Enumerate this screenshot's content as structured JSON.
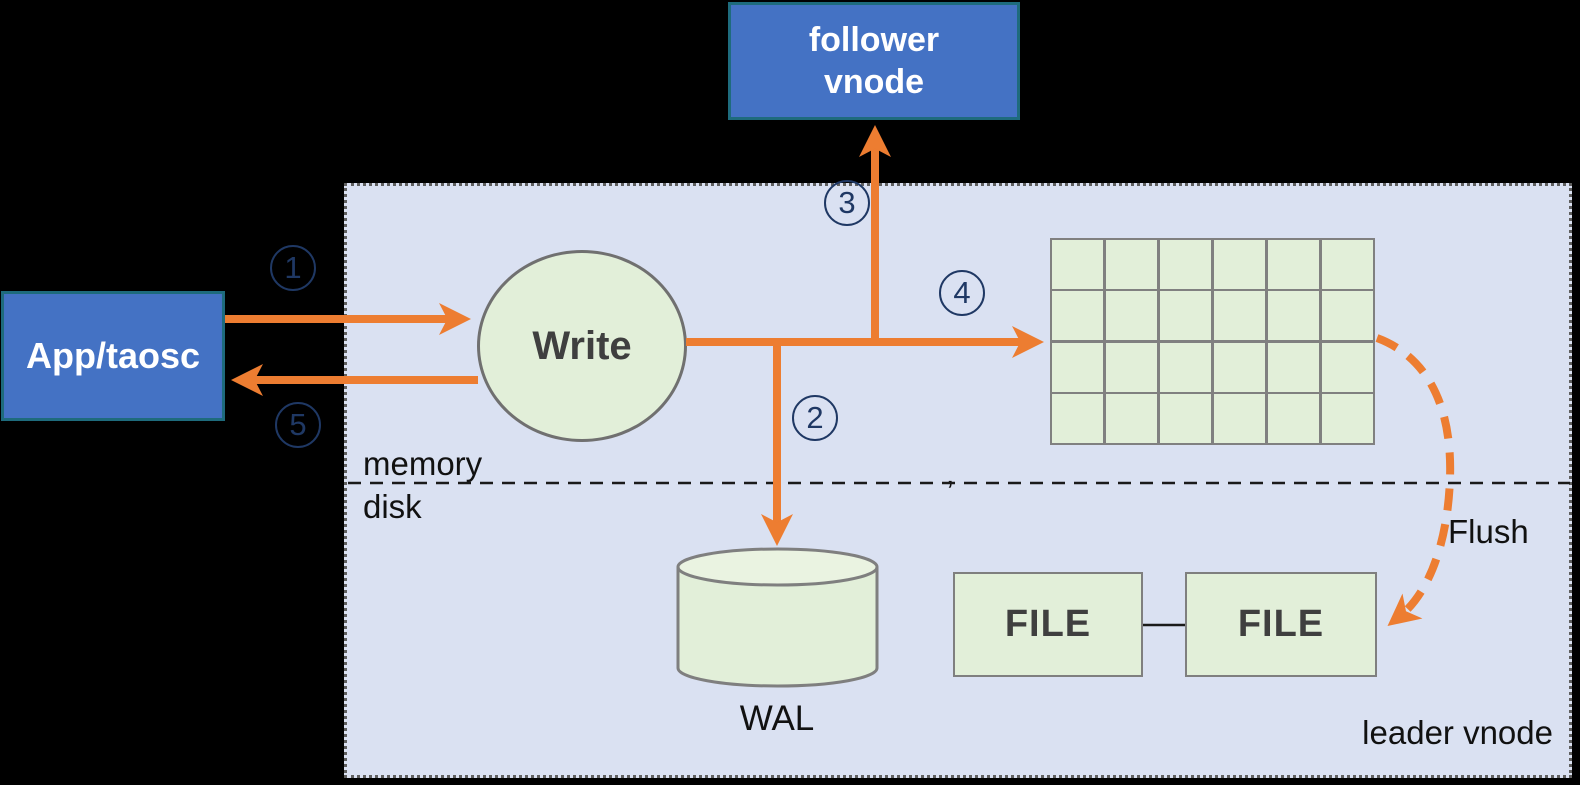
{
  "leader_region": {
    "label": "leader vnode",
    "memory_label": "memory",
    "disk_label": "disk"
  },
  "nodes": {
    "app": {
      "label": "App/taosc"
    },
    "follower": {
      "line1": "follower",
      "line2": "vnode"
    },
    "write": {
      "label": "Write"
    },
    "wal": {
      "label": "WAL"
    },
    "file_left": {
      "label": "FILE"
    },
    "file_right": {
      "label": "FILE"
    }
  },
  "flush": {
    "label": "Flush"
  },
  "steps": [
    {
      "label": "1"
    },
    {
      "label": "2"
    },
    {
      "label": "3"
    },
    {
      "label": "4"
    },
    {
      "label": "5"
    }
  ],
  "grid": {
    "rows": 4,
    "cols": 6
  },
  "artifact": {
    "comma": ","
  },
  "icons": {
    "arrow_right": "arrow-right-icon",
    "arrow_up": "arrow-up-icon",
    "arrow_down": "arrow-down-icon",
    "arrow_left": "arrow-left-icon",
    "flush_curve": "dashed-curve-arrow-icon",
    "cylinder": "database-cylinder-icon"
  },
  "colors": {
    "background": "#000000",
    "panel_lavender": "#DAE1F2",
    "node_blue": "#4472C4",
    "node_border_teal": "#1E6B7D",
    "shape_green": "#E2EFD9",
    "shape_green_light": "#EAF3E1",
    "shape_border_gray": "#7F7F7F",
    "arrow_orange": "#ED7D31",
    "step_navy": "#1F3864",
    "text_dark": "#3F3F3F"
  }
}
